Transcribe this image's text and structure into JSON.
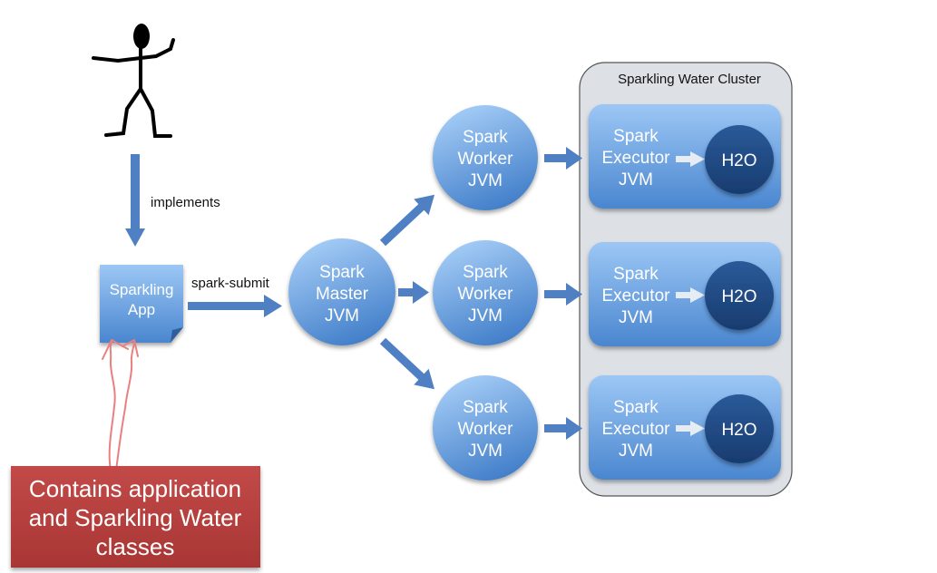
{
  "colors": {
    "node_fill_light": "#8fbef2",
    "node_fill_dark": "#4a86cf",
    "h2o_fill": "#1f4a86",
    "arrow": "#4f80c4",
    "cluster_fill": "#dde1e6",
    "cluster_border": "#555555",
    "note_fill": "#b7403f",
    "hint_arrow": "#e9807f"
  },
  "icons": {
    "user": "stick-figure-icon",
    "app": "document-icon"
  },
  "labels": {
    "implements": "implements",
    "spark_submit": "spark-submit"
  },
  "app": {
    "lines": [
      "Sparkling",
      "App"
    ]
  },
  "master": {
    "lines": [
      "Spark",
      "Master",
      "JVM"
    ]
  },
  "workers": [
    {
      "lines": [
        "Spark",
        "Worker",
        "JVM"
      ]
    },
    {
      "lines": [
        "Spark",
        "Worker",
        "JVM"
      ]
    },
    {
      "lines": [
        "Spark",
        "Worker",
        "JVM"
      ]
    }
  ],
  "cluster": {
    "title": "Sparkling Water Cluster",
    "executors": [
      {
        "lines": [
          "Spark",
          "Executor",
          "JVM"
        ],
        "h2o": "H2O"
      },
      {
        "lines": [
          "Spark",
          "Executor",
          "JVM"
        ],
        "h2o": "H2O"
      },
      {
        "lines": [
          "Spark",
          "Executor",
          "JVM"
        ],
        "h2o": "H2O"
      }
    ]
  },
  "note": {
    "lines": [
      "Contains application",
      "and Sparkling Water",
      "classes"
    ]
  }
}
